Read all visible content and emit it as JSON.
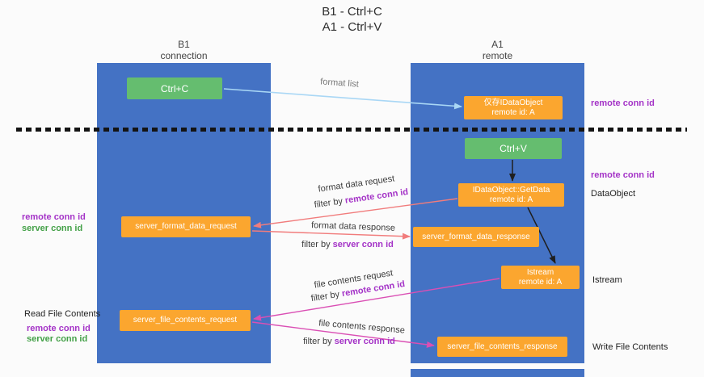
{
  "title": {
    "line1": "B1 - Ctrl+C",
    "line2": "A1 - Ctrl+V"
  },
  "lanes": {
    "left": {
      "name": "B1",
      "role": "connection"
    },
    "right": {
      "name": "A1",
      "role": "remote"
    }
  },
  "nodes": {
    "ctrl_c": {
      "label": "Ctrl+C"
    },
    "idataobject": {
      "line1": "仅存IDataObject",
      "line2": "remote id: A"
    },
    "ctrl_v": {
      "label": "Ctrl+V"
    },
    "getdata": {
      "line1": "IDataObject::GetData",
      "line2": "remote id: A"
    },
    "format_request": {
      "label": "server_format_data_request"
    },
    "format_response": {
      "label": "server_format_data_response"
    },
    "istream": {
      "line1": "Istream",
      "line2": "remote id: A"
    },
    "file_request": {
      "label": "server_file_contents_request"
    },
    "file_response": {
      "label": "server_file_contents_response"
    }
  },
  "arrows": {
    "format_list": {
      "label": "format list"
    },
    "format_request": {
      "label": "format data request",
      "filter_prefix": "filter by",
      "filter_key": "remote conn id"
    },
    "format_response": {
      "label": "format data response",
      "filter_prefix": "filter by",
      "filter_key": "server conn id"
    },
    "file_request": {
      "label": "file contents request",
      "filter_prefix": "filter by",
      "filter_key": "remote conn id"
    },
    "file_response": {
      "label": "file contents response",
      "filter_prefix": "filter by",
      "filter_key": "server conn id"
    }
  },
  "annotations": {
    "right_remote_conn_top": "remote conn id",
    "right_remote_conn_mid": "remote conn id",
    "dataobject": "DataObject",
    "istream": "Istream",
    "write_file_contents": "Write File Contents",
    "left_remote_conn_top": "remote conn id",
    "left_server_conn_top": "server conn id",
    "read_file_contents": "Read File Contents",
    "left_remote_conn_bottom": "remote conn id",
    "left_server_conn_bottom": "server conn id"
  },
  "colors": {
    "lane-blue": "#4472C4",
    "green": "#65BD6F",
    "orange": "#FBA62F",
    "purple": "#A433C7",
    "green-text": "#43A047",
    "salmon": "#F17C7C",
    "magenta": "#DA4FB4",
    "lightblue": "#A9D7F5",
    "arrow-black": "#1F1F1F"
  }
}
